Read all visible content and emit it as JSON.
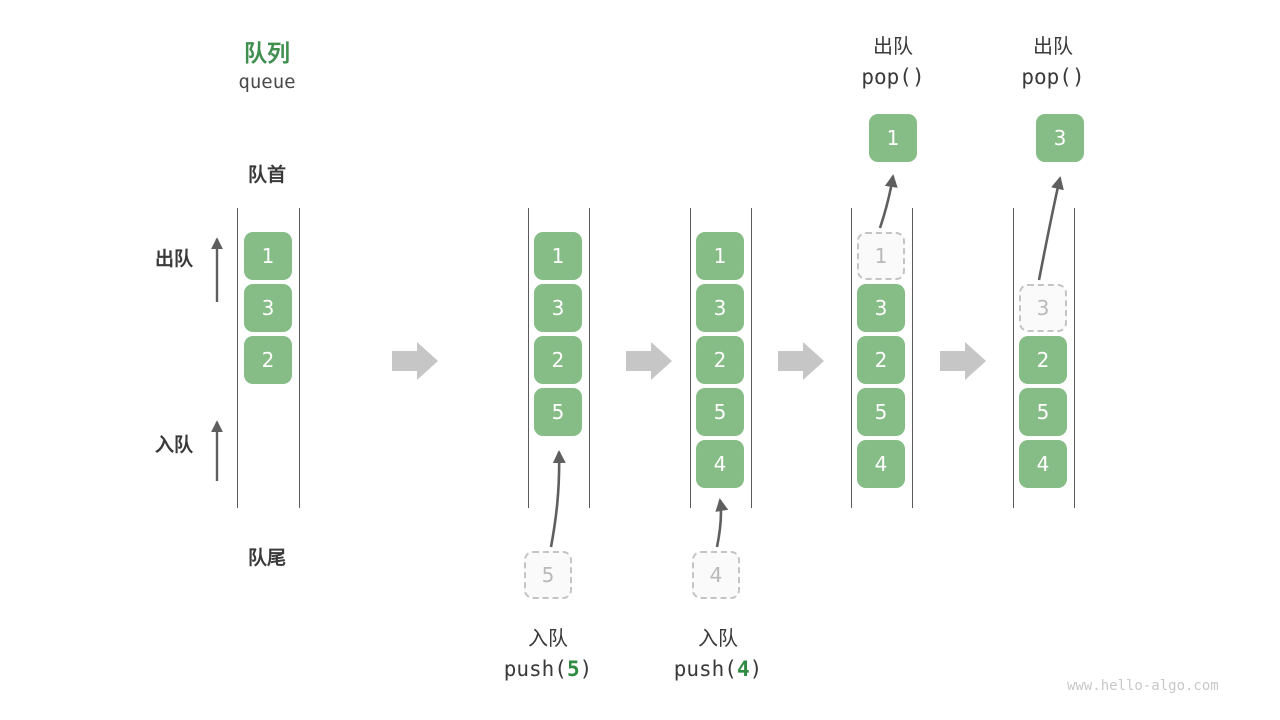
{
  "diagram": {
    "title_cn": "队列",
    "title_en": "queue",
    "head_label": "队首",
    "tail_label": "队尾",
    "dequeue_label": "出队",
    "enqueue_label": "入队",
    "watermark": "www.hello-algo.com",
    "colors": {
      "accent_green": "#3f8f4f",
      "box_green": "#86bc86",
      "box_text": "#ffffff",
      "ghost_fill": "#fafafa",
      "ghost_border": "#c4c4c4",
      "ghost_text": "#b9b9b9",
      "rail": "#5a5a5a",
      "text_dark": "#3a3a3a",
      "transition_arrow": "#c6c6c6",
      "watermark": "#c8c8c8"
    }
  },
  "stages": [
    {
      "id": "initial",
      "caption_cn": "",
      "caption_code": "",
      "items": [
        "1",
        "3",
        "2"
      ],
      "ghost_index": -1,
      "popped_value": "",
      "incoming_value": ""
    },
    {
      "id": "push-5",
      "caption_cn": "入队",
      "caption_code_prefix": "push(",
      "caption_code_arg": "5",
      "caption_code_suffix": ")",
      "items": [
        "1",
        "3",
        "2",
        "5"
      ],
      "ghost_index": -1,
      "popped_value": "",
      "incoming_value": "5"
    },
    {
      "id": "push-4",
      "caption_cn": "入队",
      "caption_code_prefix": "push(",
      "caption_code_arg": "4",
      "caption_code_suffix": ")",
      "items": [
        "1",
        "3",
        "2",
        "5",
        "4"
      ],
      "ghost_index": -1,
      "popped_value": "",
      "incoming_value": "4"
    },
    {
      "id": "pop-1",
      "caption_cn": "出队",
      "caption_code_prefix": "pop(",
      "caption_code_arg": "",
      "caption_code_suffix": ")",
      "items": [
        "1",
        "3",
        "2",
        "5",
        "4"
      ],
      "ghost_index": 0,
      "popped_value": "1",
      "incoming_value": ""
    },
    {
      "id": "pop-3",
      "caption_cn": "出队",
      "caption_code_prefix": "pop(",
      "caption_code_arg": "",
      "caption_code_suffix": ")",
      "items": [
        "",
        "3",
        "2",
        "5",
        "4"
      ],
      "ghost_index": 1,
      "popped_value": "3",
      "incoming_value": ""
    }
  ],
  "transition_arrows": [
    {
      "name": "transition-arrow-1"
    },
    {
      "name": "transition-arrow-2"
    },
    {
      "name": "transition-arrow-3"
    },
    {
      "name": "transition-arrow-4"
    }
  ]
}
